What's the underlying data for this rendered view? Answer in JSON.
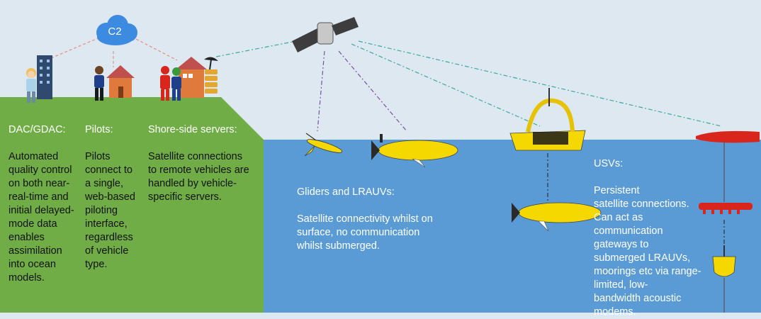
{
  "cloud": {
    "label": "C2"
  },
  "blocks": [
    {
      "heading": "DAC/GDAC:",
      "body": "Automated\nquality control\non both near-\nreal-time and\ninitial delayed-\nmode data\nenables\nassimilation\ninto ocean\nmodels."
    },
    {
      "heading": "Pilots:",
      "body": "Pilots\nconnect to\na single,\nweb-based\npiloting\ninterface,\nregardless\nof vehicle\ntype."
    },
    {
      "heading": "Shore-side servers:",
      "body": "Satellite connections\nto remote vehicles are\nhandled by vehicle-\nspecific servers."
    },
    {
      "heading": "Gliders and LRAUVs:",
      "body": "Satellite connectivity whilst on\nsurface, no communication\nwhilst submerged."
    },
    {
      "heading": "USVs:",
      "body": "Persistent\nsatellite connections.\nCan act as\ncommunication\ngateways to\nsubmerged LRAUVs,\nmoorings etc via range-\nlimited, low-\nbandwidth acoustic\nmodems."
    }
  ],
  "colors": {
    "sky": "#dde8f1",
    "land": "#70ad47",
    "sea": "#5b9bd5",
    "vehicle": "#f5d800",
    "red_vehicle": "#d9261c"
  },
  "icons": [
    "cloud-icon",
    "office-building-icon",
    "person-icon",
    "house-icon",
    "satellite-dish-icon",
    "server-stack-icon",
    "satellite-icon",
    "glider-icon",
    "lrauv-icon",
    "usv-icon",
    "wave-glider-icon",
    "mooring-buoy-icon"
  ]
}
